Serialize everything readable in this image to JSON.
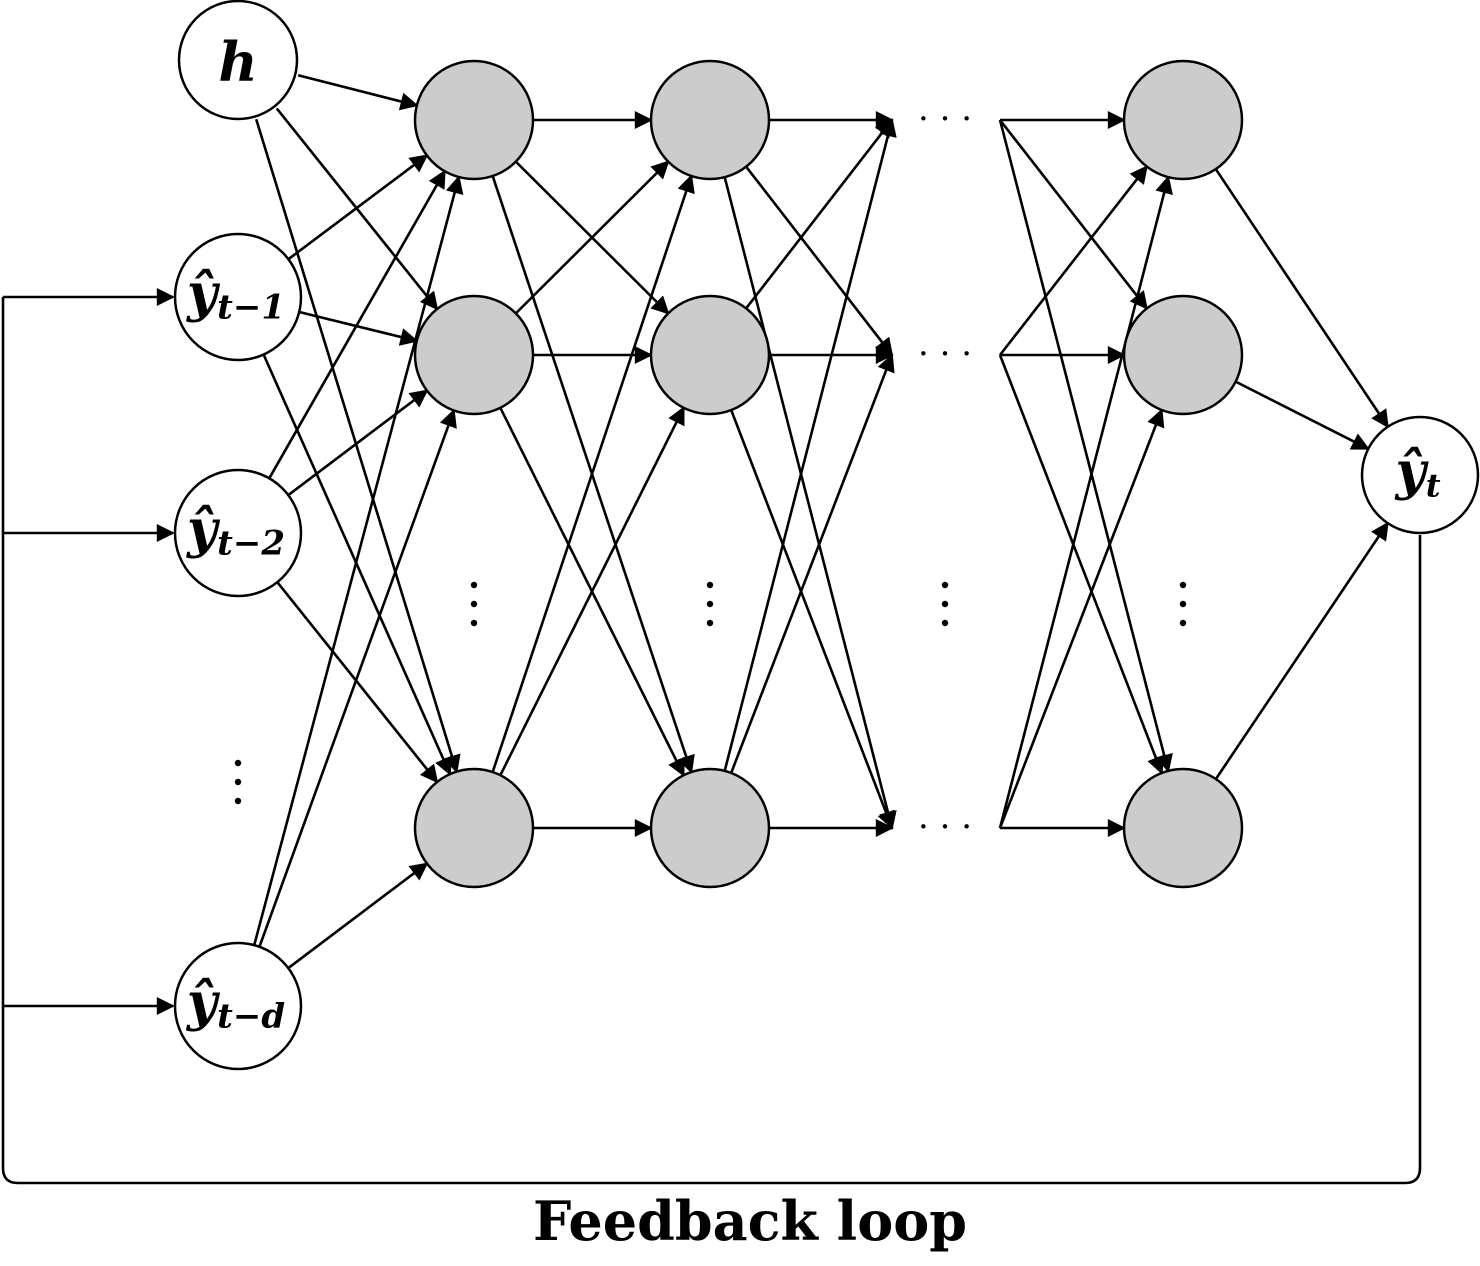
{
  "caption": "Feedback loop",
  "inputs": [
    {
      "id": "h",
      "base": "h",
      "hat": false,
      "sub": ""
    },
    {
      "id": "y-t-1",
      "base": "y",
      "hat": true,
      "sub": "t−1"
    },
    {
      "id": "y-t-2",
      "base": "y",
      "hat": true,
      "sub": "t−2"
    },
    {
      "id": "y-t-d",
      "base": "y",
      "hat": true,
      "sub": "t−d"
    }
  ],
  "hidden_columns": 4,
  "hidden_rows_shown": 3,
  "output": {
    "id": "y-t",
    "base": "y",
    "hat": true,
    "sub": "t"
  },
  "ellipsis": {
    "vertical": "⋮",
    "horizontal": "· · ·"
  },
  "colors": {
    "hidden_fill": "#cccccc",
    "stroke": "#000000",
    "background": "#ffffff"
  }
}
